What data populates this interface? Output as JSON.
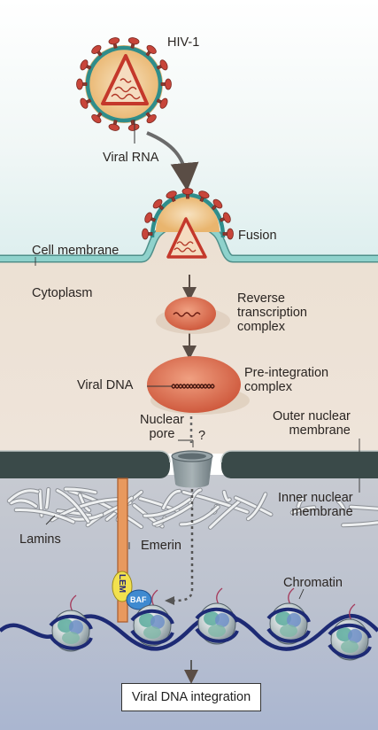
{
  "labels": {
    "hiv": "HIV-1",
    "viral_rna": "Viral RNA",
    "fusion": "Fusion",
    "cell_membrane": "Cell membrane",
    "cytoplasm": "Cytoplasm",
    "rtc": "Reverse\ntranscription\ncomplex",
    "viral_dna": "Viral DNA",
    "pic": "Pre-integration\ncomplex",
    "nuclear_pore": "Nuclear\npore",
    "question": "?",
    "outer_membrane": "Outer nuclear\nmembrane",
    "inner_membrane": "Inner nuclear\nmembrane",
    "lamins": "Lamins",
    "emerin": "Emerin",
    "lem": "LEM",
    "baf": "BAF",
    "chromatin": "Chromatin",
    "integration": "Viral DNA integration"
  },
  "colors": {
    "extracellular": "#e4f0f0",
    "cytoplasm": "#eee2d4",
    "nucleus": "#bfc3cf",
    "membrane": "#7cc6c0",
    "nuclear_envelope": "#364544",
    "capsid": "#d4473a",
    "viral_body": "#f4d3a3",
    "emerin": "#e79a5e",
    "lem": "#f0e04a",
    "baf": "#3e86c8",
    "dna": "#1d2a74"
  }
}
